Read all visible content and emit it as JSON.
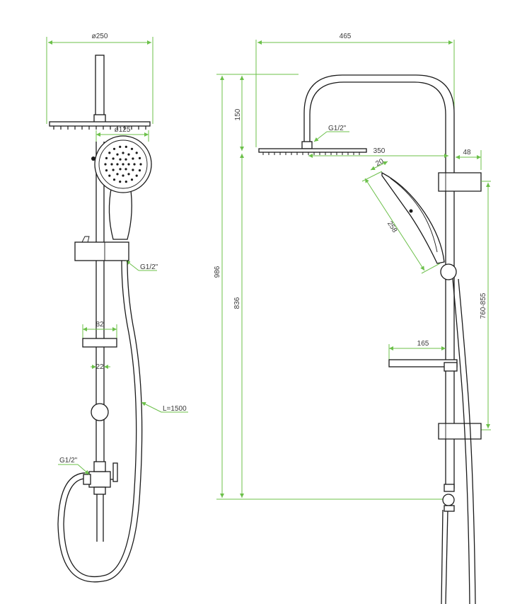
{
  "drawing": {
    "front_view": {
      "head_diameter": "ø250",
      "handset_diameter": "ø125",
      "outlet_thread": "G1/2\"",
      "holder_width": "82",
      "rail_diameter": "22",
      "hose_length": "L=1500",
      "inlet_thread": "G1/2\""
    },
    "side_view": {
      "total_width": "465",
      "arm_drop": "150",
      "head_thread": "G1/2\"",
      "arm_reach": "350",
      "holder_offset": "48",
      "handset_width": "20",
      "handset_length": "258",
      "total_height": "986",
      "head_height": "836",
      "holder_range": "760-855",
      "shelf_depth": "165"
    }
  },
  "colors": {
    "dimension_line": "#6cc04a",
    "outline": "#1a1a1a",
    "text": "#3a3a3a"
  }
}
